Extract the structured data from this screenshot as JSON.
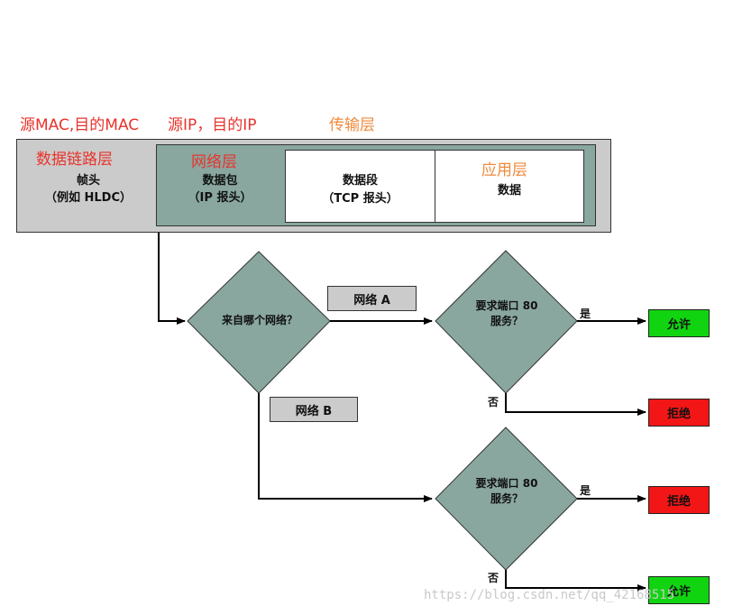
{
  "top_labels": {
    "src_mac": "源MAC,目的MAC",
    "src_ip": "源IP，目的IP",
    "transport": "传输层"
  },
  "packet": {
    "datalink_title": "数据链路层",
    "frame_header": "帧头",
    "frame_header_example": "（例如 HLDC）",
    "network_title": "网络层",
    "ip_packet": "数据包",
    "ip_header": "（IP 报头）",
    "segment": "数据段",
    "tcp_header": "（TCP 报头）",
    "application_title": "应用层",
    "data": "数据"
  },
  "flow": {
    "question_network": "来自哪个网络？",
    "network_a": "网络 A",
    "network_b": "网络 B",
    "question_port_line1": "要求端口 80",
    "question_port_line2": "服务？",
    "yes": "是",
    "no": "否",
    "permit": "允许",
    "deny": "拒绝"
  },
  "watermark": "https://blog.csdn.net/qq_42168515",
  "colors": {
    "diamond_fill": "#89a79f",
    "frame_gray": "#cbcbcb",
    "permit_green": "#11d411",
    "deny_red": "#f31616",
    "label_red": "#e8332c",
    "label_orange": "#f08a3c"
  }
}
